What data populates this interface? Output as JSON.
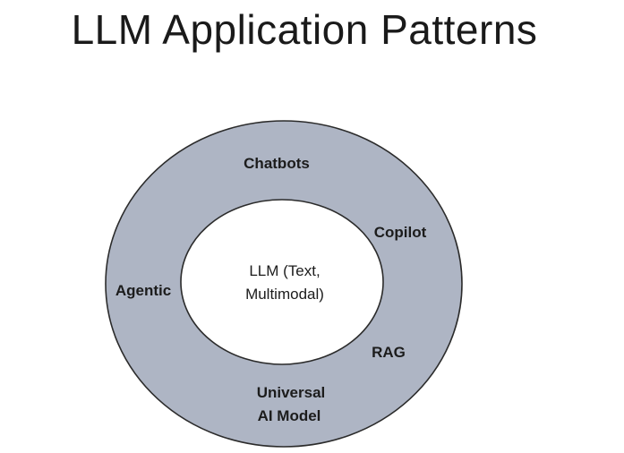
{
  "title": "LLM Application Patterns",
  "diagram": {
    "colors": {
      "ring_fill": "#aeb5c4",
      "ring_stroke": "#2b2b2b",
      "core_fill": "#ffffff"
    },
    "core": {
      "line1": "LLM (Text,",
      "line2": "Multimodal)"
    },
    "patterns": {
      "chatbots": "Chatbots",
      "copilot": "Copilot",
      "agentic": "Agentic",
      "rag": "RAG",
      "universal_line1": "Universal",
      "universal_line2": "AI Model"
    }
  }
}
